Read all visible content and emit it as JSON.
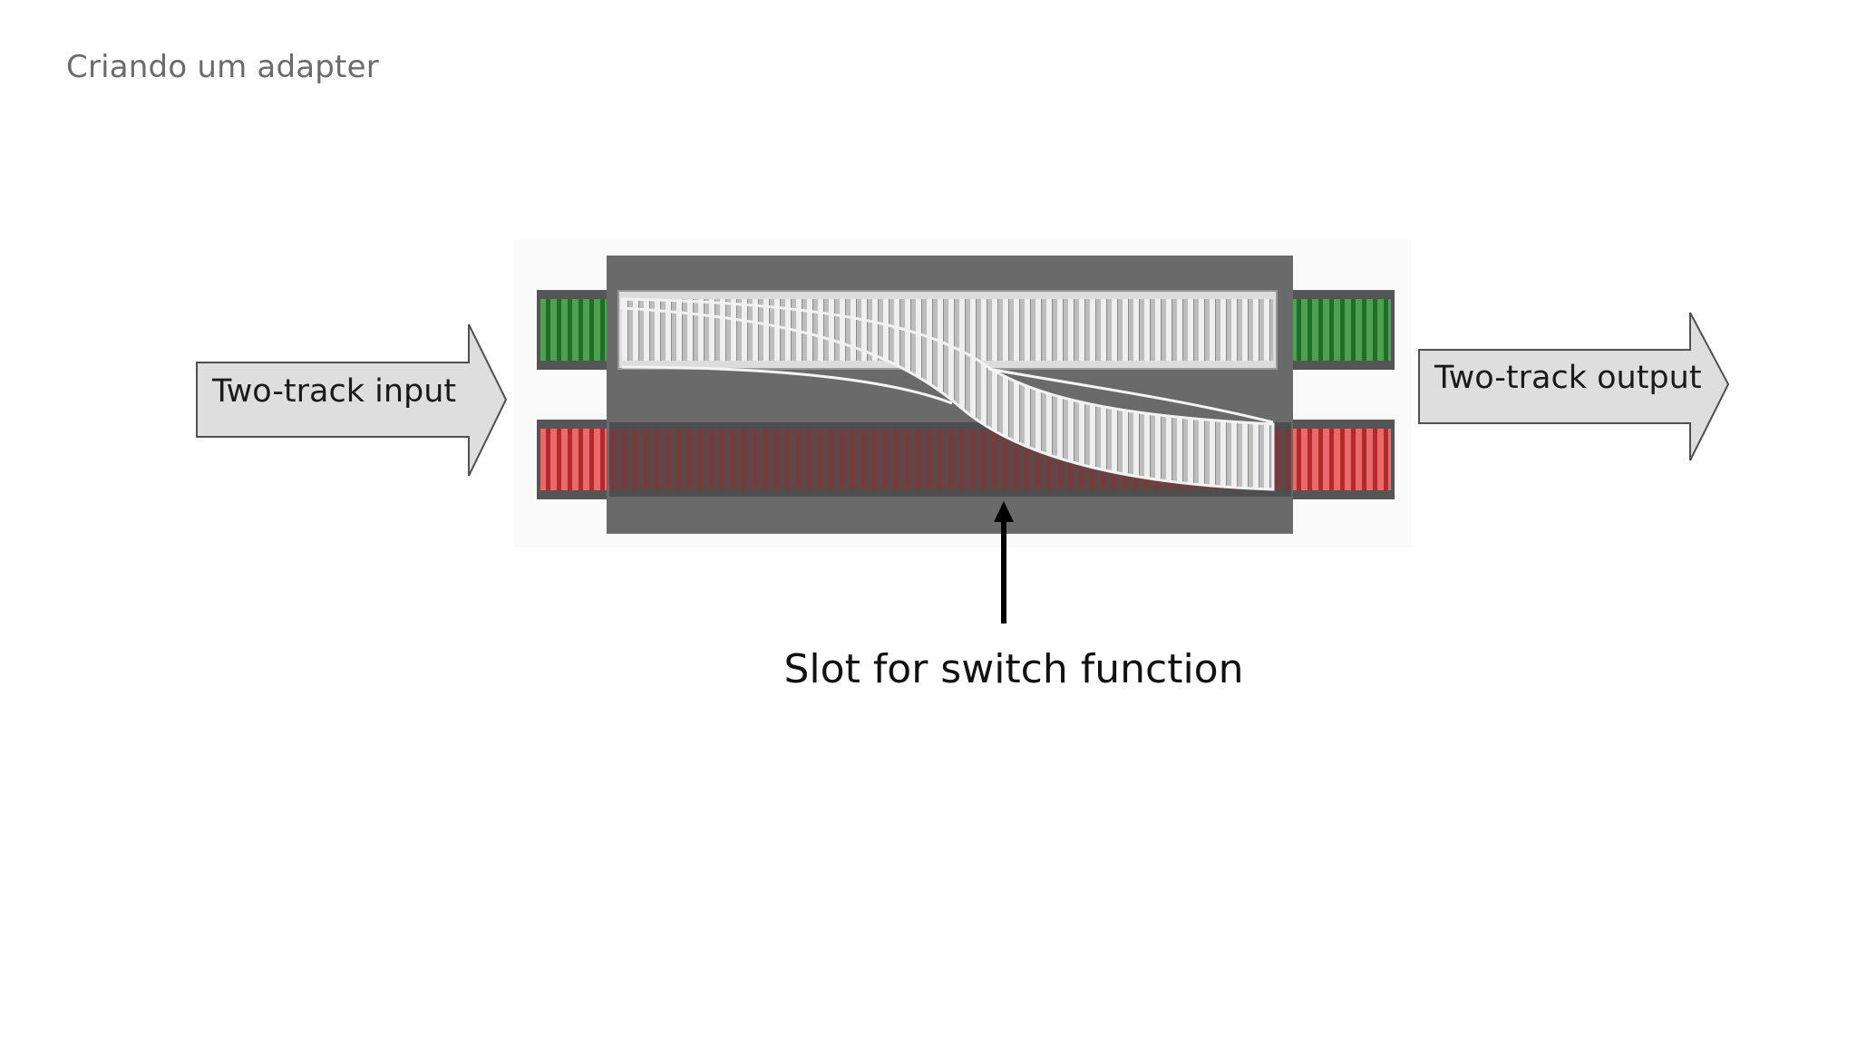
{
  "slide": {
    "title": "Criando um adapter"
  },
  "diagram": {
    "input_arrow_label": "Two-track input",
    "output_arrow_label": "Two-track output",
    "slot_label": "Slot for switch function",
    "colors": {
      "success_track": "#2f8f35",
      "failure_track": "#d83a3a",
      "adapter_box": "#6a6a6a",
      "arrow_fill": "#dedede",
      "arrow_stroke": "#505050"
    }
  }
}
